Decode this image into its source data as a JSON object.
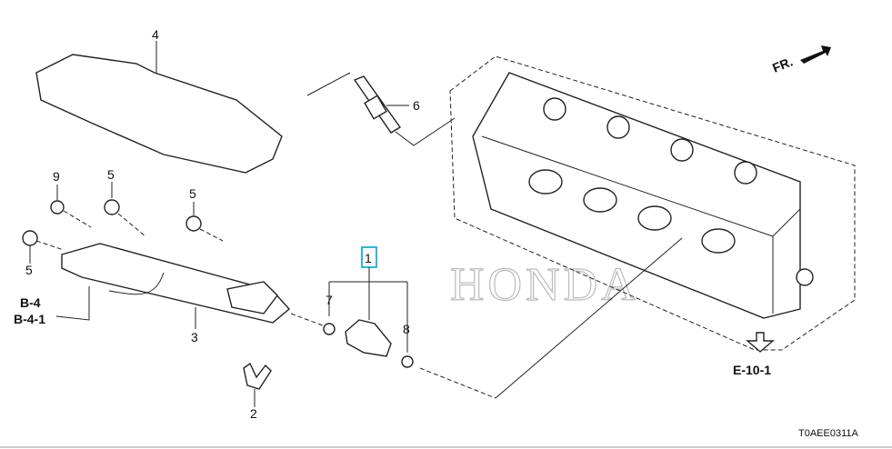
{
  "diagram": {
    "code": "T0AEE0311A",
    "direction_label": "FR.",
    "watermark": "HONDA",
    "highlight_color": "#29b6e8",
    "callouts": [
      {
        "id": "part-1",
        "label": "1",
        "highlighted": true
      },
      {
        "id": "part-2",
        "label": "2"
      },
      {
        "id": "part-3",
        "label": "3"
      },
      {
        "id": "part-4",
        "label": "4"
      },
      {
        "id": "part-5a",
        "label": "5"
      },
      {
        "id": "part-5b",
        "label": "5"
      },
      {
        "id": "part-5c",
        "label": "5"
      },
      {
        "id": "part-6",
        "label": "6"
      },
      {
        "id": "part-7",
        "label": "7"
      },
      {
        "id": "part-8",
        "label": "8"
      },
      {
        "id": "part-9",
        "label": "9"
      }
    ],
    "references": [
      {
        "label": "B-4"
      },
      {
        "label": "B-4-1"
      },
      {
        "label": "E-10-1"
      }
    ]
  }
}
